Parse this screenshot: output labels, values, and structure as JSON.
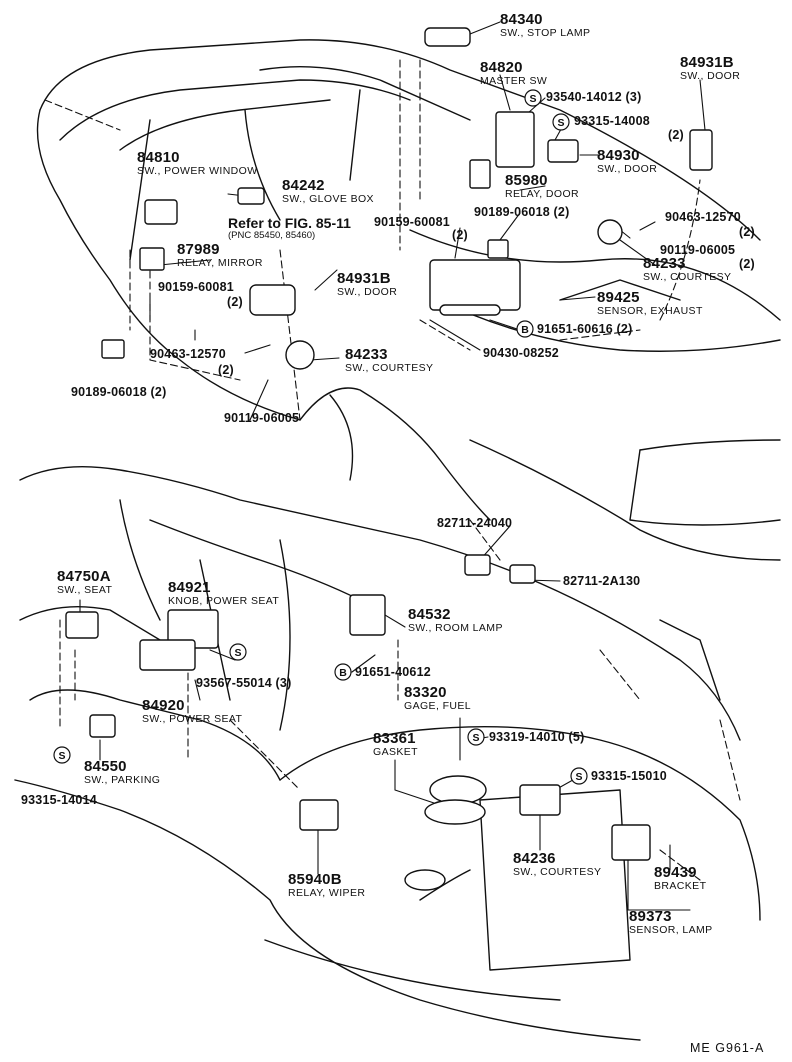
{
  "figure_code": "ME  G961-A",
  "refer_note": {
    "main": "Refer to FIG. 85-11",
    "sub": "(PNC 85450, 85460)"
  },
  "callouts": [
    {
      "id": "84340",
      "num": "84340",
      "desc": "SW., STOP LAMP"
    },
    {
      "id": "84820",
      "num": "84820",
      "desc": "MASTER SW"
    },
    {
      "id": "84931b_r",
      "num": "84931B",
      "desc": "SW., DOOR"
    },
    {
      "id": "84810",
      "num": "84810",
      "desc": "SW., POWER WINDOW"
    },
    {
      "id": "84242",
      "num": "84242",
      "desc": "SW., GLOVE BOX"
    },
    {
      "id": "84930",
      "num": "84930",
      "desc": "SW., DOOR"
    },
    {
      "id": "85980",
      "num": "85980",
      "desc": "RELAY, DOOR"
    },
    {
      "id": "87989",
      "num": "87989",
      "desc": "RELAY, MIRROR"
    },
    {
      "id": "84931b_l",
      "num": "84931B",
      "desc": "SW., DOOR"
    },
    {
      "id": "84233_r",
      "num": "84233",
      "desc": "SW., COURTESY"
    },
    {
      "id": "89425",
      "num": "89425",
      "desc": "SENSOR, EXHAUST"
    },
    {
      "id": "84233_l",
      "num": "84233",
      "desc": "SW., COURTESY"
    },
    {
      "id": "84750a",
      "num": "84750A",
      "desc": "SW., SEAT"
    },
    {
      "id": "84921",
      "num": "84921",
      "desc": "KNOB, POWER SEAT"
    },
    {
      "id": "84532",
      "num": "84532",
      "desc": "SW., ROOM LAMP"
    },
    {
      "id": "84920",
      "num": "84920",
      "desc": "SW., POWER SEAT"
    },
    {
      "id": "83320",
      "num": "83320",
      "desc": "GAGE, FUEL"
    },
    {
      "id": "83361",
      "num": "83361",
      "desc": "GASKET"
    },
    {
      "id": "84550",
      "num": "84550",
      "desc": "SW., PARKING"
    },
    {
      "id": "84236",
      "num": "84236",
      "desc": "SW., COURTESY"
    },
    {
      "id": "89439",
      "num": "89439",
      "desc": "BRACKET"
    },
    {
      "id": "85940b",
      "num": "85940B",
      "desc": "RELAY, WIPER"
    },
    {
      "id": "89373",
      "num": "89373",
      "desc": "SENSOR, LAMP"
    }
  ],
  "part_numbers": [
    {
      "id": "93540",
      "text": "93540-14012 (3)"
    },
    {
      "id": "93315a",
      "text": "93315-14008"
    },
    {
      "id": "93315a_q",
      "text": "(2)"
    },
    {
      "id": "90159r",
      "text": "90159-60081"
    },
    {
      "id": "90159r_q",
      "text": "(2)"
    },
    {
      "id": "90189r",
      "text": "90189-06018 (2)"
    },
    {
      "id": "90463r",
      "text": "90463-12570"
    },
    {
      "id": "90463r_q",
      "text": "(2)"
    },
    {
      "id": "90119r",
      "text": "90119-06005"
    },
    {
      "id": "90119r_q",
      "text": "(2)"
    },
    {
      "id": "90159l",
      "text": "90159-60081"
    },
    {
      "id": "90159l_q",
      "text": "(2)"
    },
    {
      "id": "91651a",
      "text": "91651-60616 (2)"
    },
    {
      "id": "90430",
      "text": "90430-08252"
    },
    {
      "id": "90463l",
      "text": "90463-12570"
    },
    {
      "id": "90463l_q",
      "text": "(2)"
    },
    {
      "id": "90189l",
      "text": "90189-06018 (2)"
    },
    {
      "id": "90119l",
      "text": "90119-06005"
    },
    {
      "id": "82711a",
      "text": "82711-24040"
    },
    {
      "id": "82711b",
      "text": "82711-2A130"
    },
    {
      "id": "91651b",
      "text": "91651-40612"
    },
    {
      "id": "93567",
      "text": "93567-55014 (3)"
    },
    {
      "id": "93319",
      "text": "93319-14010 (5)"
    },
    {
      "id": "93315b",
      "text": "93315-15010"
    },
    {
      "id": "93315c",
      "text": "93315-14014"
    }
  ],
  "markers": {
    "s": "S",
    "b": "B"
  }
}
